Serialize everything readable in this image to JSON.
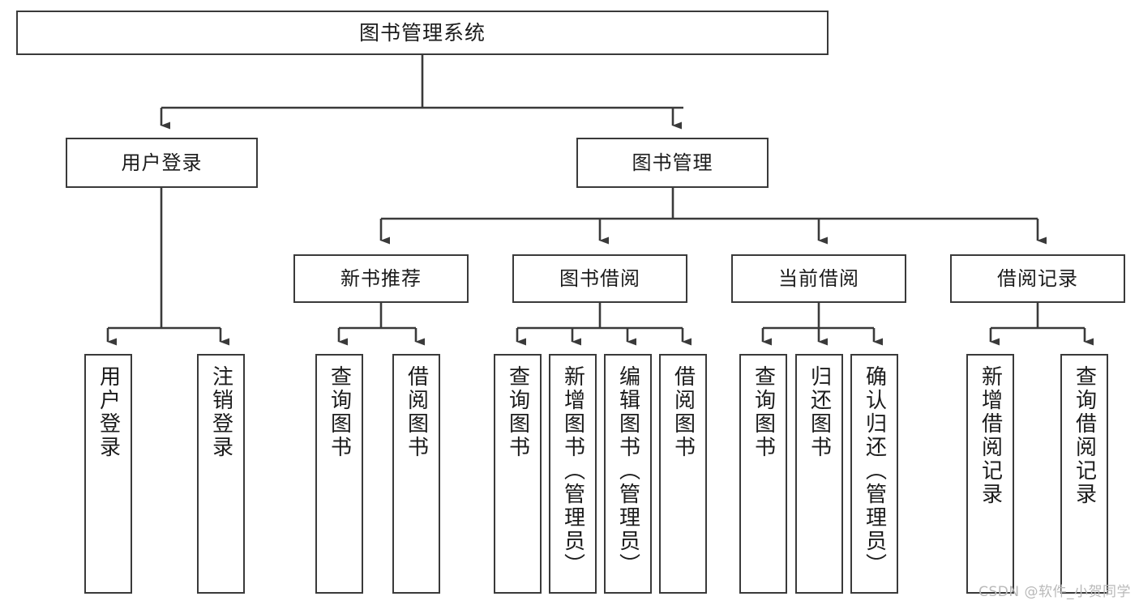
{
  "diagram": {
    "title": "图书管理系统",
    "type": "tree",
    "watermark": "CSDN @软件_小贺同学",
    "colors": {
      "box_border": "#3a3a3a",
      "box_fill": "#ffffff",
      "edge": "#3a3a3a",
      "text": "#1b1b1b",
      "watermark": "#b9b9b9"
    },
    "levels": {
      "root": "图书管理系统",
      "level2": [
        "用户登录",
        "图书管理"
      ],
      "level3": [
        "新书推荐",
        "图书借阅",
        "当前借阅",
        "借阅记录"
      ]
    },
    "nodes": {
      "root": {
        "label": "图书管理系统"
      },
      "user_login": {
        "label": "用户登录"
      },
      "book_manage": {
        "label": "图书管理"
      },
      "new_book_rec": {
        "label": "新书推荐"
      },
      "book_borrow": {
        "label": "图书借阅"
      },
      "current_borrow": {
        "label": "当前借阅"
      },
      "borrow_record": {
        "label": "借阅记录"
      }
    },
    "leaves": {
      "user_login": [
        {
          "label": "用户登录"
        },
        {
          "label": "注销登录"
        }
      ],
      "new_book_rec": [
        {
          "label": "查询图书"
        },
        {
          "label": "借阅图书"
        }
      ],
      "book_borrow": [
        {
          "label": "查询图书"
        },
        {
          "label": "新增图书（管理员）"
        },
        {
          "label": "编辑图书（管理员）"
        },
        {
          "label": "借阅图书"
        }
      ],
      "current_borrow": [
        {
          "label": "查询图书"
        },
        {
          "label": "归还图书"
        },
        {
          "label": "确认归还（管理员）"
        }
      ],
      "borrow_record": [
        {
          "label": "新增借阅记录"
        },
        {
          "label": "查询借阅记录"
        }
      ]
    }
  }
}
